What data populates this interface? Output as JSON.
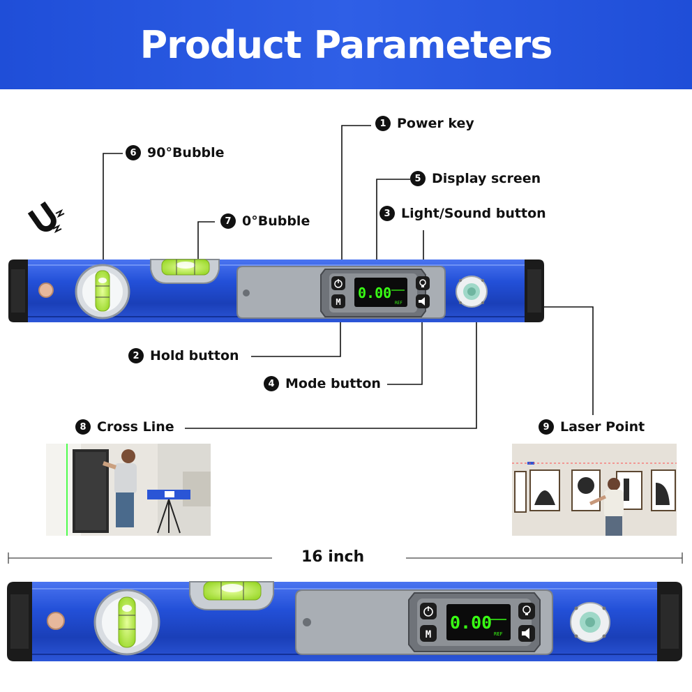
{
  "header": {
    "title": "Product Parameters"
  },
  "callouts": [
    {
      "num": "1",
      "label": "Power key"
    },
    {
      "num": "2",
      "label": "Hold button"
    },
    {
      "num": "3",
      "label": "Light/Sound button"
    },
    {
      "num": "4",
      "label": "Mode button"
    },
    {
      "num": "5",
      "label": "Display screen"
    },
    {
      "num": "6",
      "label": "90°Bubble"
    },
    {
      "num": "7",
      "label": "0°Bubble"
    },
    {
      "num": "8",
      "label": "Cross Line"
    },
    {
      "num": "9",
      "label": "Laser Point"
    }
  ],
  "display": {
    "reading": "0.00",
    "unit": "REF"
  },
  "buttons": {
    "mode_glyph": "M"
  },
  "dimension": {
    "label": "16 inch"
  },
  "icons": {
    "magnet": "magnet-icon",
    "power": "power-icon",
    "light": "bulb-icon",
    "sound": "speaker-icon"
  },
  "colors": {
    "banner": "#1f4ed8",
    "body": "#2450d6",
    "lcd_text": "#39ff14",
    "bubble": "#b6f03a"
  }
}
